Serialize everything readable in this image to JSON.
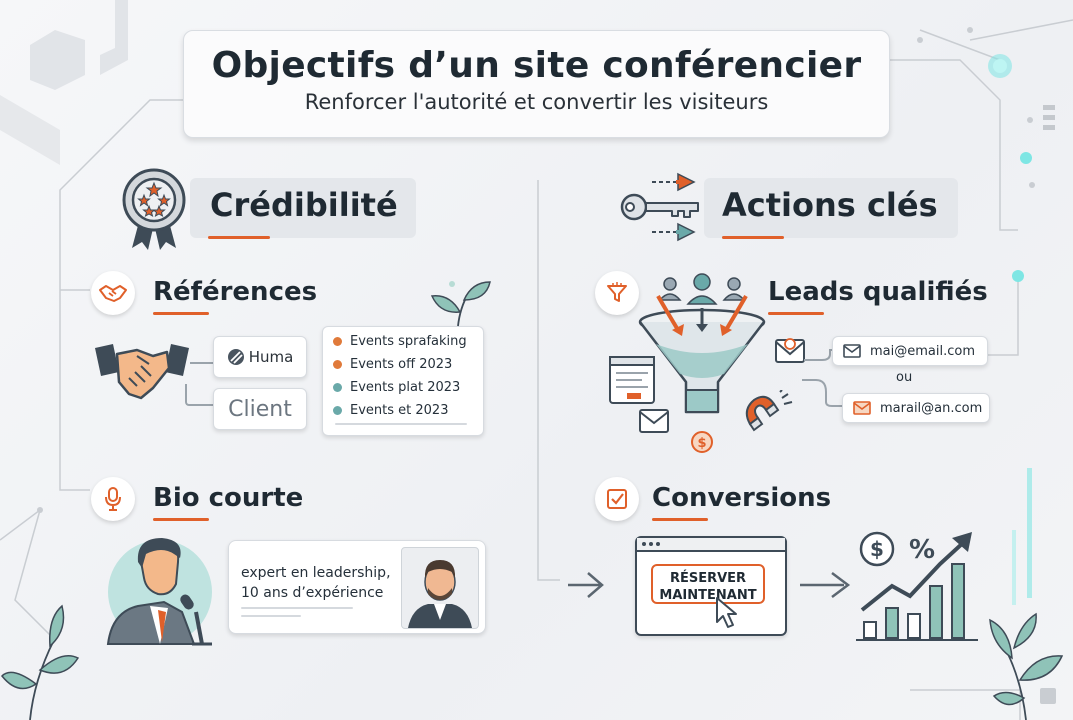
{
  "header": {
    "title": "Objectifs d’un site conférencier",
    "subtitle": "Renforcer l'autorité et convertir les visiteurs"
  },
  "left": {
    "section_title": "Crédibilité",
    "references": {
      "label": "Références",
      "logo_brand": "Huma",
      "logo_client": "Client",
      "events": [
        "Events sprafaking",
        "Events off 2023",
        "Events plat 2023",
        "Events et 2023"
      ]
    },
    "bio": {
      "label": "Bio courte",
      "text_line1": "expert en leadership,",
      "text_line2": "10 ans d’expérience"
    }
  },
  "right": {
    "section_title": "Actions clés",
    "leads": {
      "label": "Leads qualifiés",
      "email1": "mai@email.com",
      "or_text": "ou",
      "email2": "marail@an.com",
      "currency_symbol": "$"
    },
    "conversions": {
      "label": "Conversions",
      "cta_line1": "RÉSERVER",
      "cta_line2": "MAINTENANT",
      "growth_symbols": [
        "$",
        "%"
      ]
    }
  },
  "colors": {
    "accent_orange": "#e0602a",
    "teal": "#6aa9a9",
    "dark_slate": "#3e4b57",
    "glow_cyan": "#7ee6e4"
  },
  "icons": [
    "medal-stars-icon",
    "handshake-icon",
    "microphone-icon",
    "key-arrows-icon",
    "funnel-icon",
    "checkbox-icon",
    "users-icon",
    "envelope-icon",
    "magnet-icon",
    "browser-form-icon",
    "cursor-icon",
    "arrow-right-icon",
    "bar-chart-growth-icon",
    "dollar-coin-icon",
    "percent-icon",
    "leaf-icon",
    "speaker-avatar-icon",
    "portrait-icon"
  ]
}
